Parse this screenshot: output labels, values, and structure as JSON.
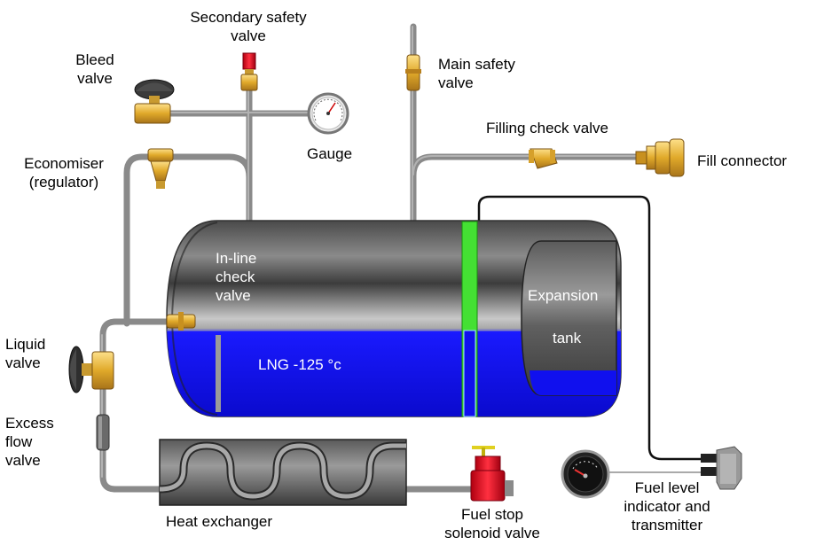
{
  "labels": {
    "secondary_safety_valve": "Secondary safety\nvalve",
    "bleed_valve": "Bleed\nvalve",
    "main_safety_valve": "Main safety\nvalve",
    "gauge": "Gauge",
    "filling_check_valve": "Filling check valve",
    "fill_connector": "Fill connector",
    "economiser": "Economiser\n(regulator)",
    "inline_check_valve": "In-line\ncheck\nvalve",
    "expansion_tank_1": "Expansion",
    "expansion_tank_2": "tank",
    "lng": "LNG -125 °c",
    "liquid_valve": "Liquid\nvalve",
    "excess_flow_valve": "Excess\nflow\nvalve",
    "heat_exchanger": "Heat exchanger",
    "fuel_stop_solenoid_valve": "Fuel stop\nsolenoid valve",
    "fuel_level_indicator": "Fuel level\nindicator and\ntransmitter"
  },
  "icons": [
    "bleed-valve-icon",
    "safety-valve-icon",
    "gauge-icon",
    "check-valve-icon",
    "fill-connector-icon",
    "regulator-icon",
    "liquid-valve-icon",
    "solenoid-valve-icon",
    "fuel-level-indicator-icon",
    "transmitter-icon"
  ],
  "colors": {
    "lng": "#1010ee",
    "pipe": "#8c8c8c",
    "brass": "#e2b43a",
    "solenoid": "#e0202a",
    "level_sensor": "#33dd22",
    "tank": "#606060"
  }
}
